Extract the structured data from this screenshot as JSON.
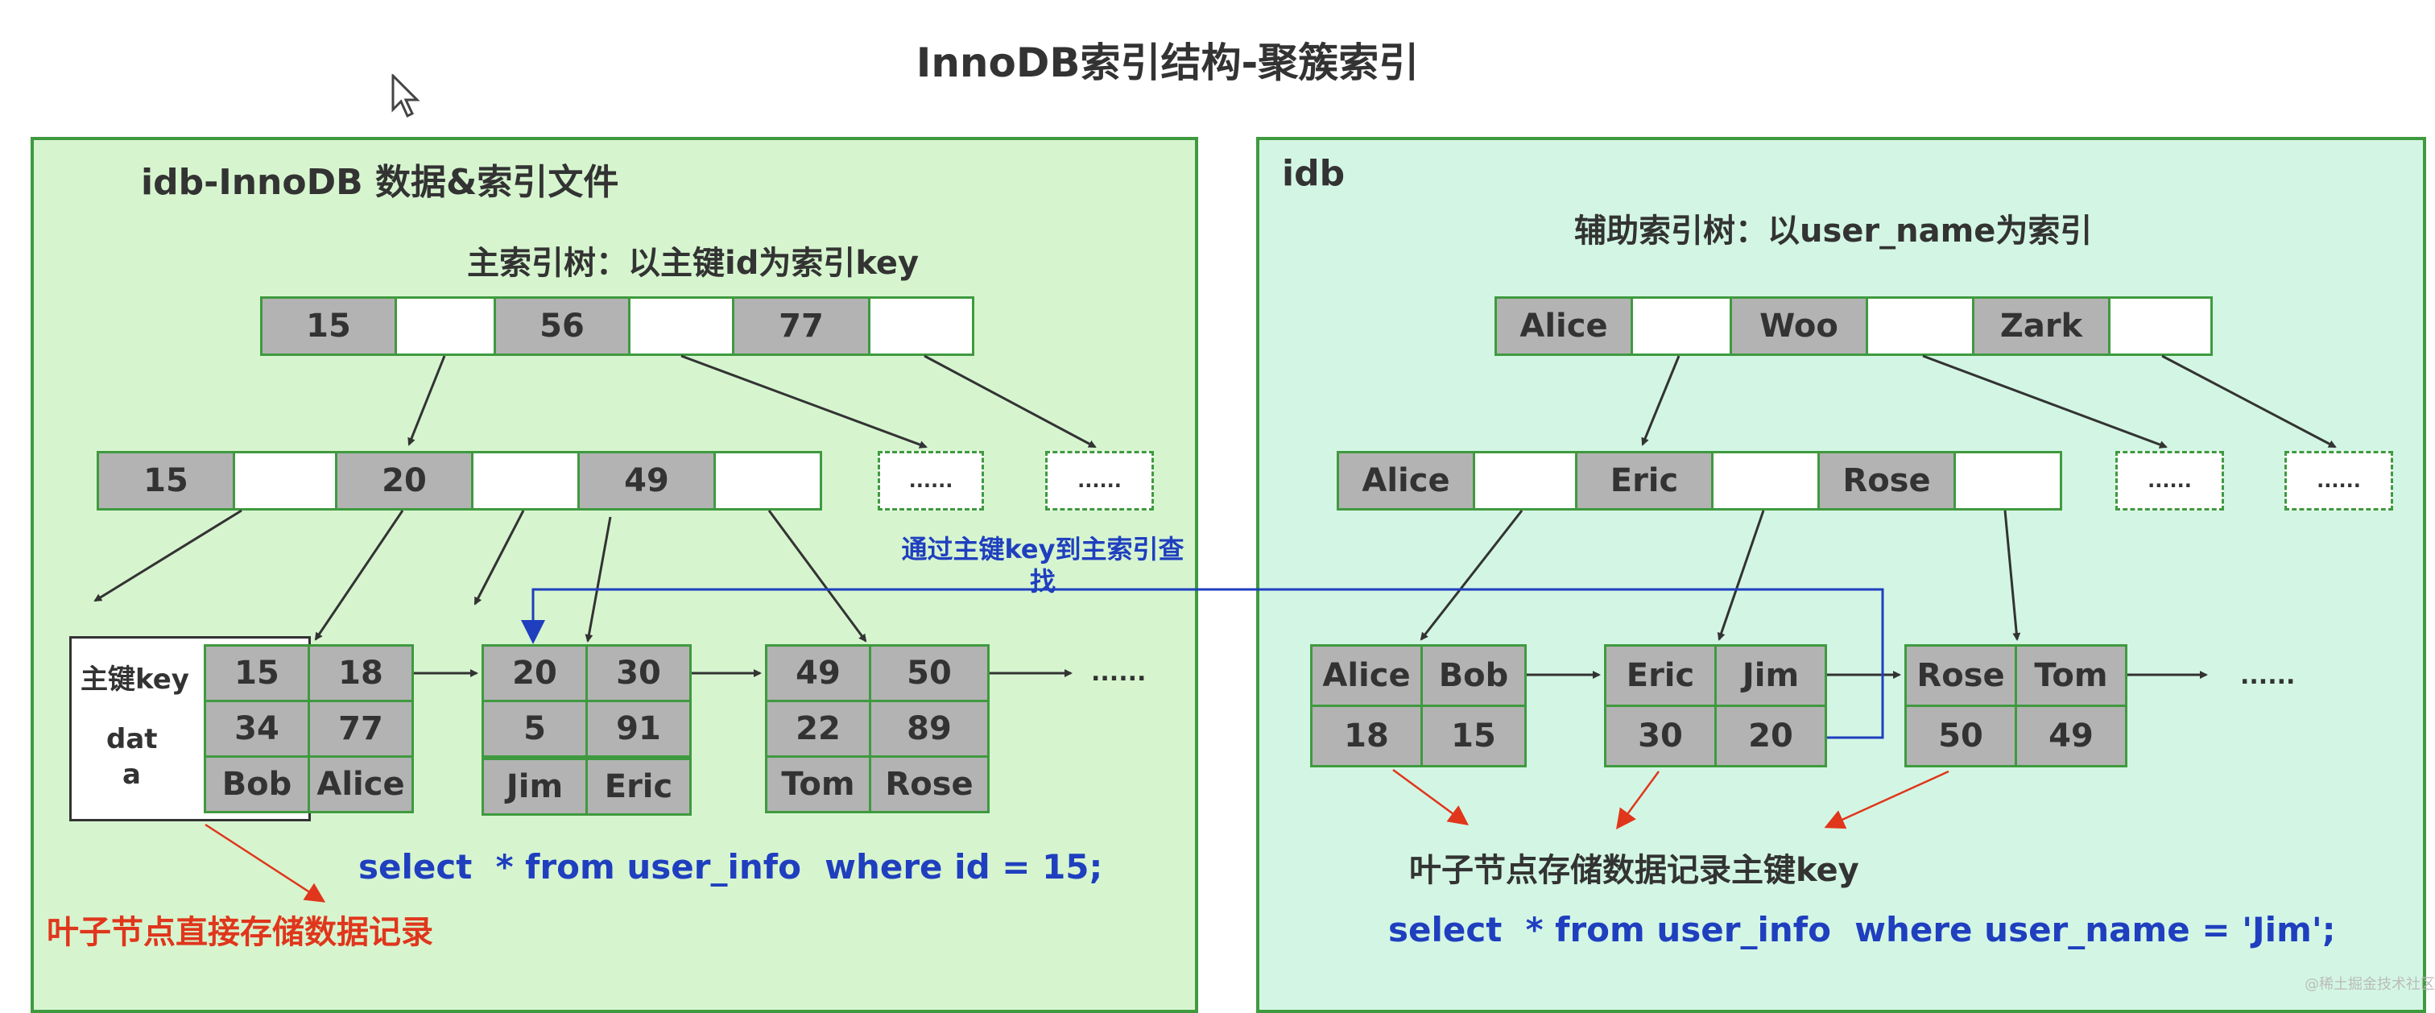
{
  "title": "InnoDB索引结构-聚簇索引",
  "left": {
    "panel_title": "idb-InnoDB 数据&索引文件",
    "tree_title": "主索引树：以主键id为索引key",
    "root_keys": [
      "15",
      "56",
      "77"
    ],
    "level2_keys": [
      "15",
      "20",
      "49"
    ],
    "dotted": "......",
    "leaf_label_key": "主键key",
    "leaf_label_data_1": "dat",
    "leaf_label_data_2": "a",
    "leaf1": {
      "k": [
        "15",
        "18"
      ],
      "d1": [
        "34",
        "77"
      ],
      "d2": [
        "Bob",
        "Alice"
      ]
    },
    "leaf2": {
      "k": [
        "20",
        "30"
      ],
      "d1": [
        "5",
        "91"
      ],
      "d2": [
        "Jim",
        "Eric"
      ]
    },
    "leaf3": {
      "k": [
        "49",
        "50"
      ],
      "d1": [
        "22",
        "89"
      ],
      "d2": [
        "Tom",
        "Rose"
      ]
    },
    "trailing": "......",
    "sql": "select  * from user_info  where id = 15;",
    "note": "叶子节点直接存储数据记录"
  },
  "lookup_note_line1": "通过主键key到主索引查",
  "lookup_note_line2": "找",
  "right": {
    "panel_title": "idb",
    "tree_title": "辅助索引树：以user_name为索引",
    "root_keys": [
      "Alice",
      "Woo",
      "Zark"
    ],
    "level2_keys": [
      "Alice",
      "Eric",
      "Rose"
    ],
    "dotted": "......",
    "leaf1": {
      "k": [
        "Alice",
        "Bob"
      ],
      "v": [
        "18",
        "15"
      ]
    },
    "leaf2": {
      "k": [
        "Eric",
        "Jim"
      ],
      "v": [
        "30",
        "20"
      ]
    },
    "leaf3": {
      "k": [
        "Rose",
        "Tom"
      ],
      "v": [
        "50",
        "49"
      ]
    },
    "trailing": "......",
    "note": "叶子节点存储数据记录主键key",
    "sql": "select  * from user_info  where user_name = 'Jim';"
  },
  "watermark": "@稀土掘金技术社区",
  "colors": {
    "panel_border": "#3f9a3f",
    "left_bg": "#d6f5cf",
    "right_bg": "#d3f6e4",
    "key_gray": "#b3b3b3",
    "sql_blue": "#1f3fbf",
    "note_red": "#e0361c"
  }
}
